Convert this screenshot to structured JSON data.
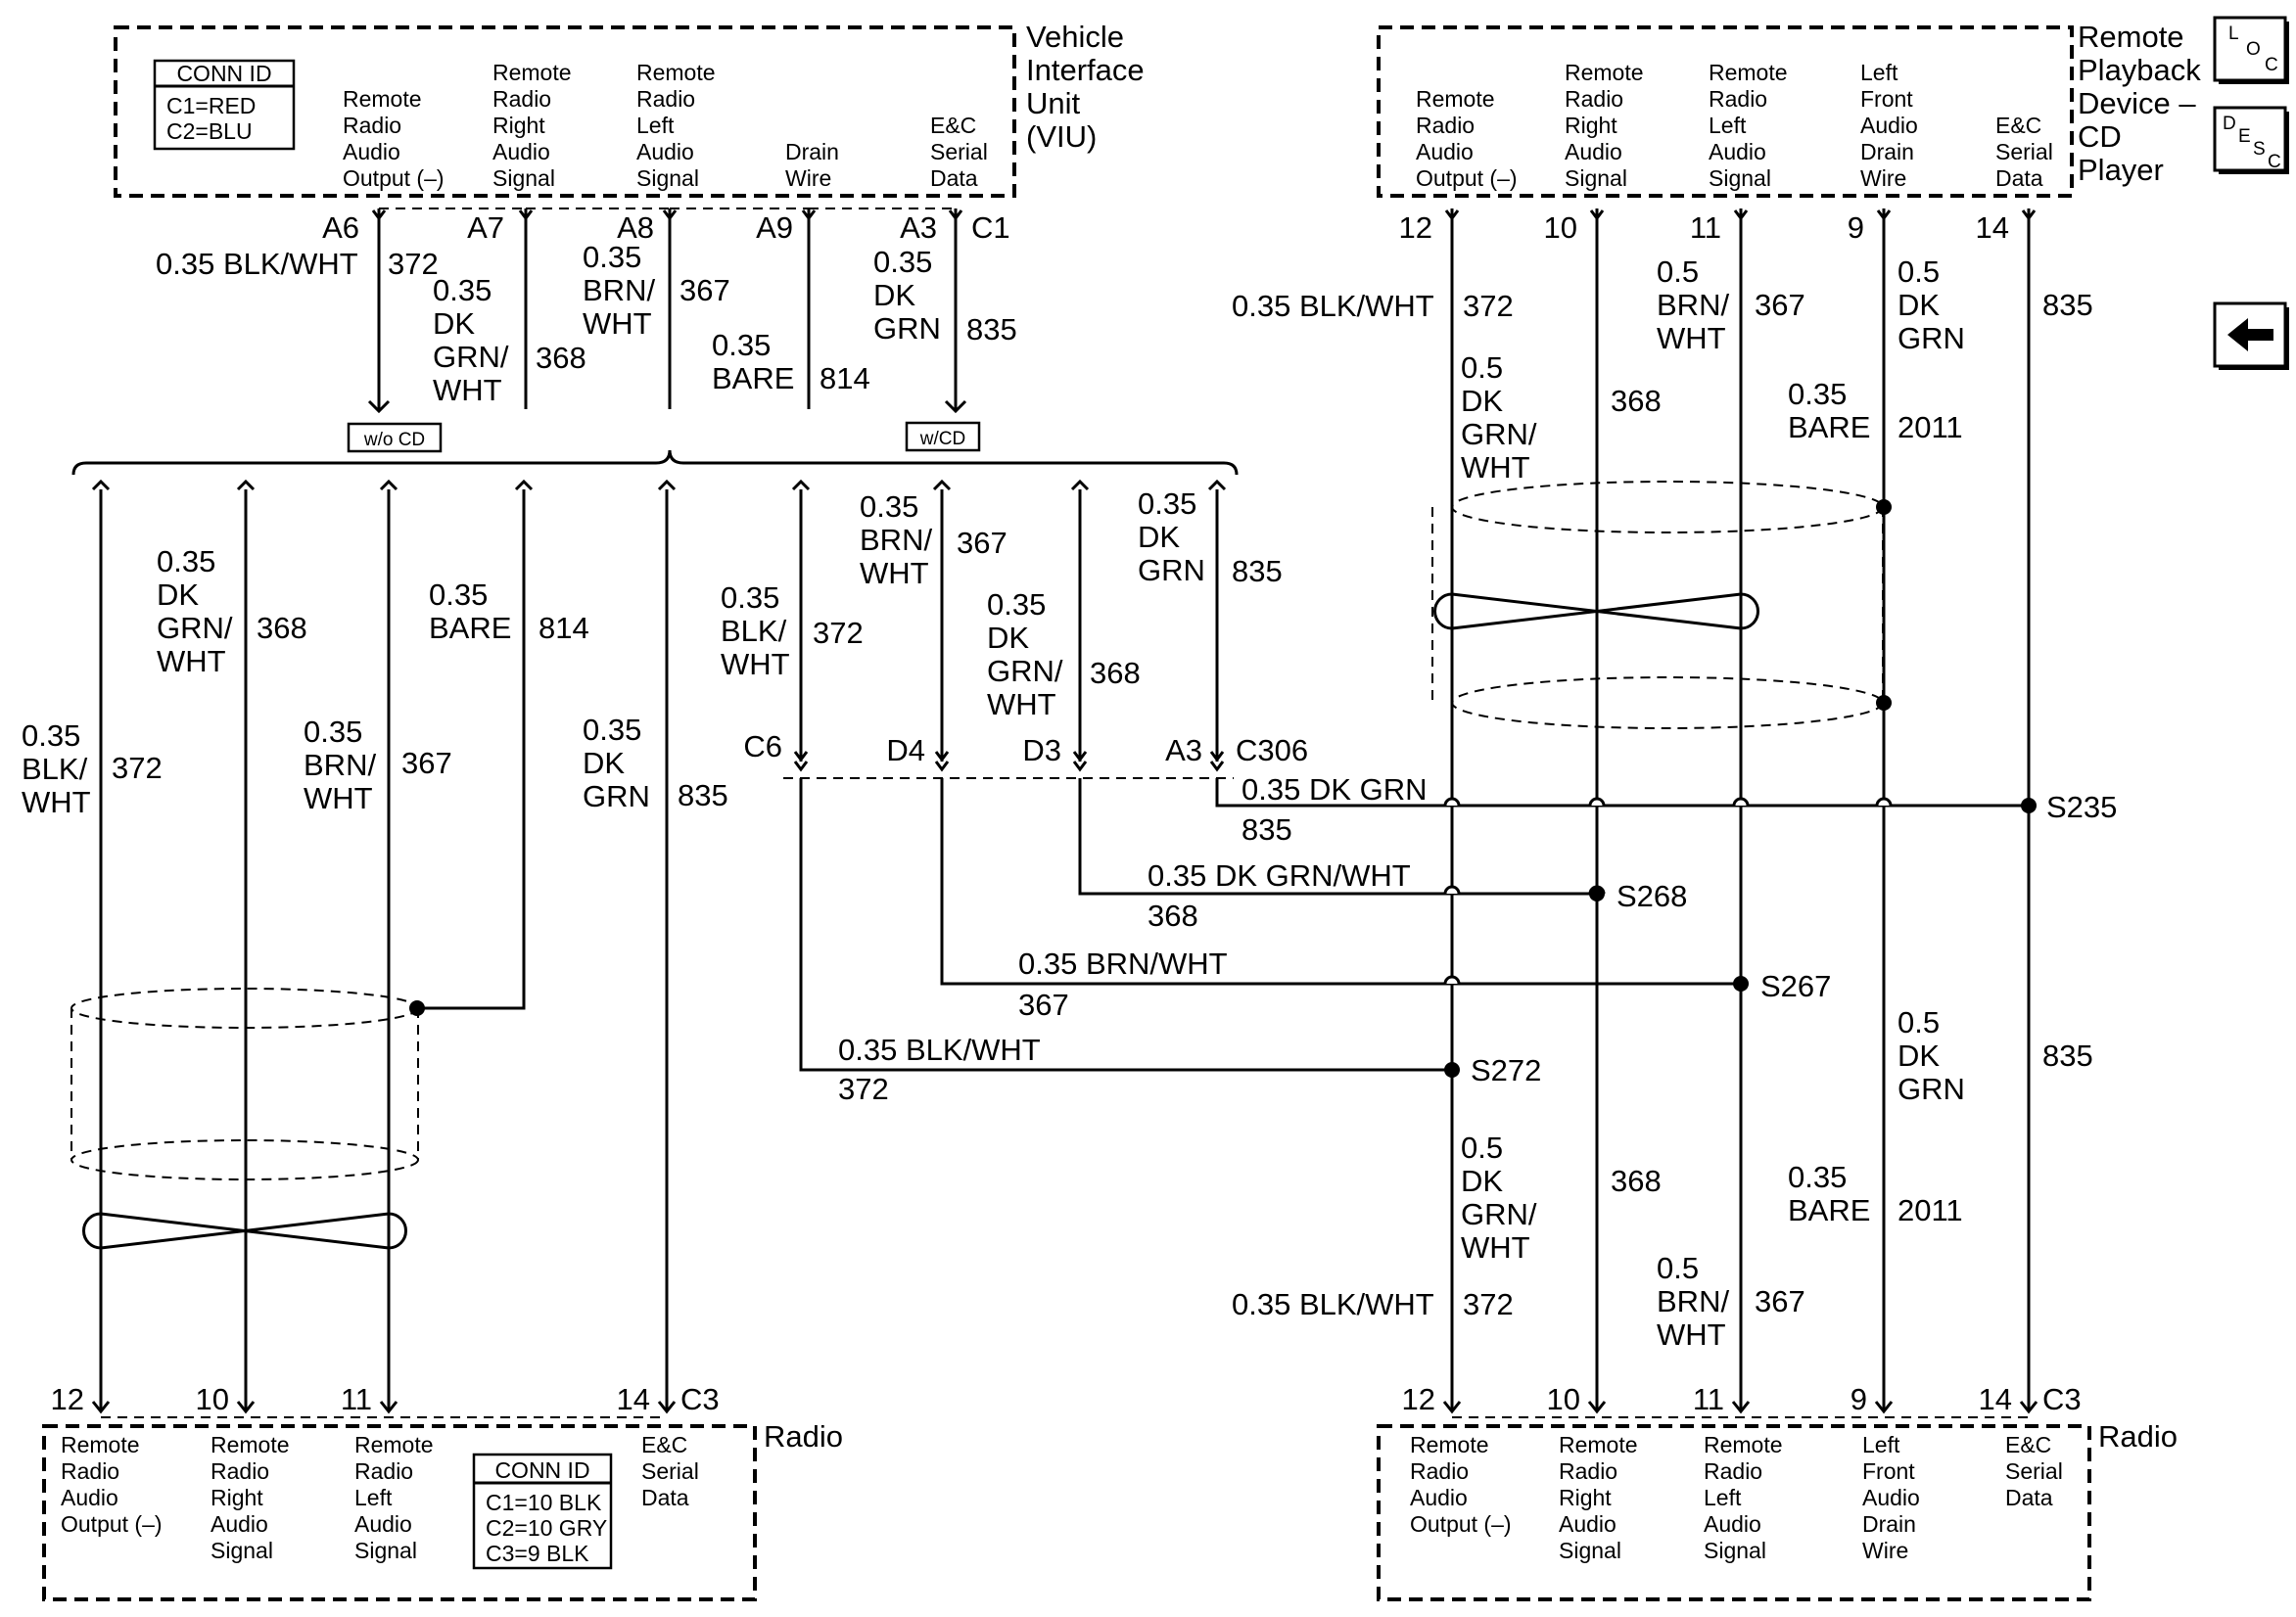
{
  "nav": {
    "loc_letters": [
      "L",
      "O",
      "C"
    ],
    "desc_letters": [
      "D",
      "E",
      "S",
      "C"
    ],
    "back_arrow_icon": "left-arrow-icon"
  },
  "viu": {
    "title": [
      "Vehicle",
      "Interface",
      "Unit",
      "(VIU)"
    ],
    "conn_id_title": "CONN ID",
    "conn_ids": [
      "C1=RED",
      "C2=BLU"
    ],
    "pins": [
      {
        "label": [
          "Remote",
          "Radio",
          "Audio",
          "Output (–)"
        ],
        "pin": "A6",
        "connector": "",
        "gauge": "0.35 BLK/WHT",
        "circuit": "372"
      },
      {
        "label": [
          "Remote",
          "Radio",
          "Right",
          "Audio",
          "Signal"
        ],
        "pin": "A7",
        "connector": "",
        "gauge": "0.35 DK GRN/ WHT",
        "circuit": "368"
      },
      {
        "label": [
          "Remote",
          "Radio",
          "Left",
          "Audio",
          "Signal"
        ],
        "pin": "A8",
        "connector": "",
        "gauge": "0.35 BRN/ WHT",
        "circuit": "367"
      },
      {
        "label": [
          "Drain",
          "Wire"
        ],
        "pin": "A9",
        "connector": "",
        "gauge": "0.35 BARE",
        "circuit": "814"
      },
      {
        "label": [
          "E&C",
          "Serial",
          "Data"
        ],
        "pin": "A3",
        "connector": "C1",
        "gauge": "0.35 DK GRN",
        "circuit": "835"
      }
    ],
    "option_tags": [
      "w/o CD",
      "w/CD"
    ]
  },
  "cd_player": {
    "title": [
      "Remote",
      "Playback",
      "Device –",
      "CD",
      "Player"
    ],
    "pins": [
      {
        "label": [
          "Remote",
          "Radio",
          "Audio",
          "Output (–)"
        ],
        "pin": "12",
        "gauge": "0.35 BLK/WHT",
        "circuit": "372"
      },
      {
        "label": [
          "Remote",
          "Radio",
          "Right",
          "Audio",
          "Signal"
        ],
        "pin": "10",
        "gauge": "0.5 DK GRN/ WHT",
        "circuit": "368"
      },
      {
        "label": [
          "Remote",
          "Radio",
          "Left",
          "Audio",
          "Signal"
        ],
        "pin": "11",
        "gauge": "0.5 BRN/ WHT",
        "circuit": "367"
      },
      {
        "label": [
          "Left",
          "Front",
          "Audio",
          "Drain",
          "Wire"
        ],
        "pin": "9",
        "gauge": "0.35 BARE",
        "circuit": "2011"
      },
      {
        "label": [
          "E&C",
          "Serial",
          "Data"
        ],
        "pin": "14",
        "gauge": "0.5 DK GRN",
        "circuit": "835"
      }
    ]
  },
  "left_branch": {
    "wires": [
      {
        "gauge": "0.35 BLK/ WHT",
        "circuit": "372"
      },
      {
        "gauge": "0.35 DK GRN/ WHT",
        "circuit": "368"
      },
      {
        "gauge": "0.35 BRN/ WHT",
        "circuit": "367"
      },
      {
        "gauge": "0.35 BARE",
        "circuit": "814"
      },
      {
        "gauge": "0.35 DK GRN",
        "circuit": "835"
      }
    ]
  },
  "middle_branch": {
    "wires": [
      {
        "gauge": "0.35 BLK/ WHT",
        "circuit": "372",
        "pin": "C6"
      },
      {
        "gauge": "0.35 BRN/ WHT",
        "circuit": "367",
        "pin": "D4"
      },
      {
        "gauge": "0.35 DK GRN/ WHT",
        "circuit": "368",
        "pin": "D3"
      },
      {
        "gauge": "0.35 DK GRN",
        "circuit": "835",
        "pin": "A3"
      }
    ],
    "connector": "C306"
  },
  "horizontal_wires": [
    {
      "gauge": "0.35 DK GRN",
      "circuit": "835",
      "splice": "S235"
    },
    {
      "gauge": "0.35 DK GRN/WHT",
      "circuit": "368",
      "splice": "S268"
    },
    {
      "gauge": "0.35 BRN/WHT",
      "circuit": "367",
      "splice": "S267"
    },
    {
      "gauge": "0.35 BLK/WHT",
      "circuit": "372",
      "splice": "S272"
    }
  ],
  "right_lower": {
    "wires": [
      {
        "gauge": "0.35 BLK/WHT",
        "circuit": "372"
      },
      {
        "gauge": "0.5 DK GRN/ WHT",
        "circuit": "368"
      },
      {
        "gauge": "0.5 BRN/ WHT",
        "circuit": "367"
      },
      {
        "gauge": "0.35 BARE",
        "circuit": "2011"
      },
      {
        "gauge": "0.5 DK GRN",
        "circuit": "835"
      }
    ]
  },
  "radio_left": {
    "title": "Radio",
    "connector": "C3",
    "pins": [
      {
        "pin": "12",
        "label": [
          "Remote",
          "Radio",
          "Audio",
          "Output (–)"
        ]
      },
      {
        "pin": "10",
        "label": [
          "Remote",
          "Radio",
          "Right",
          "Audio",
          "Signal"
        ]
      },
      {
        "pin": "11",
        "label": [
          "Remote",
          "Radio",
          "Left",
          "Audio",
          "Signal"
        ]
      },
      {
        "pin": "14",
        "label": [
          "E&C",
          "Serial",
          "Data"
        ]
      }
    ],
    "conn_id_title": "CONN ID",
    "conn_ids": [
      "C1=10 BLK",
      "C2=10 GRY",
      "C3=9 BLK"
    ]
  },
  "radio_right": {
    "title": "Radio",
    "connector": "C3",
    "pins": [
      {
        "pin": "12",
        "label": [
          "Remote",
          "Radio",
          "Audio",
          "Output (–)"
        ]
      },
      {
        "pin": "10",
        "label": [
          "Remote",
          "Radio",
          "Right",
          "Audio",
          "Signal"
        ]
      },
      {
        "pin": "11",
        "label": [
          "Remote",
          "Radio",
          "Left",
          "Audio",
          "Signal"
        ]
      },
      {
        "pin": "9",
        "label": [
          "Left",
          "Front",
          "Audio",
          "Drain",
          "Wire"
        ]
      },
      {
        "pin": "14",
        "label": [
          "E&C",
          "Serial",
          "Data"
        ]
      }
    ]
  }
}
